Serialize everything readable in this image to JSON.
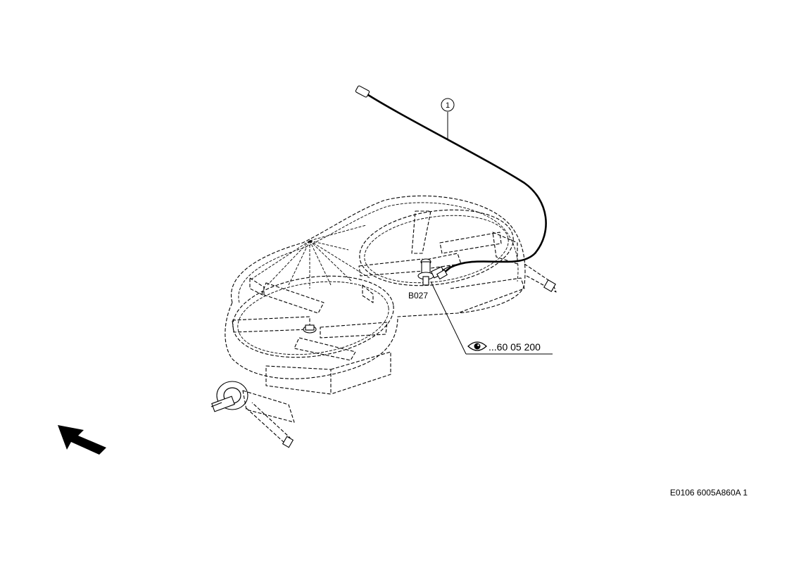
{
  "callout_number": "1",
  "sensor_label": "B027",
  "reference_text": "...60 05 200",
  "drawing_code": "E0106 6005A860A 1",
  "icons": {
    "reference": "eye-icon",
    "direction": "arrow-icon"
  }
}
